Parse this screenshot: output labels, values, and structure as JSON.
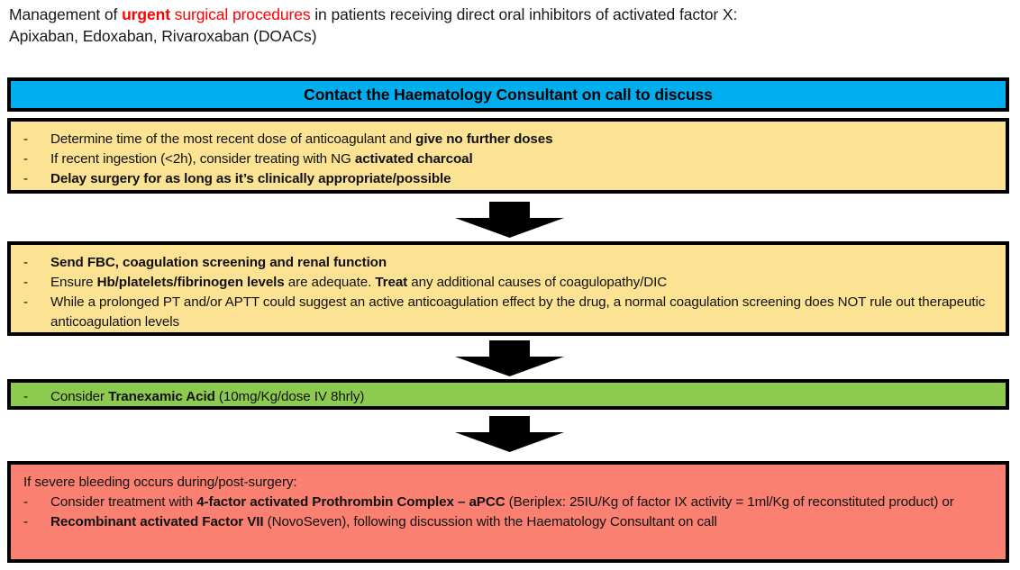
{
  "title": {
    "line1_pre": "Management of ",
    "line1_urgent": "urgent",
    "line1_red": " surgical procedures",
    "line1_post": " in patients receiving direct oral inhibitors of activated factor X:",
    "line2": "Apixaban, Edoxaban, Rivaroxaban (DOACs)",
    "colors": {
      "accent_red": "#FF0000",
      "text": "#1a1a1a"
    }
  },
  "flow": {
    "banner": {
      "text": "Contact the Haematology Consultant on call to discuss",
      "color": "#00AEEF"
    },
    "step1": {
      "color": "#FCE293",
      "bullets": [
        {
          "dash": "-",
          "parts": [
            {
              "text": "Determine time of the most recent dose of anticoagulant and ",
              "bold": false
            },
            {
              "text": "give no further doses",
              "bold": true
            }
          ]
        },
        {
          "dash": "-",
          "parts": [
            {
              "text": "If recent ingestion (<2h), consider treating with NG ",
              "bold": false
            },
            {
              "text": "activated charcoal",
              "bold": true
            }
          ]
        },
        {
          "dash": "-",
          "parts": [
            {
              "text": "Delay surgery for as long as it’s clinically appropriate/possible",
              "bold": true
            }
          ]
        }
      ]
    },
    "step2": {
      "color": "#FCE293",
      "bullets": [
        {
          "dash": "-",
          "parts": [
            {
              "text": "Send FBC, coagulation screening and renal function",
              "bold": true
            }
          ]
        },
        {
          "dash": "-",
          "parts": [
            {
              "text": "Ensure ",
              "bold": false
            },
            {
              "text": "Hb/platelets/fibrinogen levels",
              "bold": true
            },
            {
              "text": " are adequate. ",
              "bold": false
            },
            {
              "text": "Treat",
              "bold": true
            },
            {
              "text": " any additional causes of coagulopathy/DIC",
              "bold": false
            }
          ]
        },
        {
          "dash": "-",
          "parts": [
            {
              "text": "While a prolonged PT and/or APTT could suggest an active anticoagulation effect by the drug, a normal coagulation screening does NOT rule out therapeutic anticoagulation levels",
              "bold": false
            }
          ]
        }
      ]
    },
    "step3": {
      "color": "#8DCB4F",
      "bullets": [
        {
          "dash": "-",
          "parts": [
            {
              "text": "Consider ",
              "bold": false
            },
            {
              "text": "Tranexamic Acid",
              "bold": true
            },
            {
              "text": " (10mg/Kg/dose IV 8hrly)",
              "bold": false
            }
          ]
        }
      ]
    },
    "step4": {
      "color": "#FA8072",
      "intro": "If severe bleeding occurs during/post-surgery:",
      "bullets": [
        {
          "dash": "-",
          "parts": [
            {
              "text": "Consider treatment with ",
              "bold": false
            },
            {
              "text": "4-factor activated Prothrombin Complex – aPCC",
              "bold": true
            },
            {
              "text": " (Beriplex: 25IU/Kg of factor IX activity = 1ml/Kg of reconstituted product) or",
              "bold": false
            }
          ]
        },
        {
          "dash": "-",
          "parts": [
            {
              "text": "Recombinant activated Factor VII",
              "bold": true
            },
            {
              "text": " (NovoSeven), following discussion with the Haematology Consultant on call",
              "bold": false
            }
          ]
        }
      ]
    },
    "arrows": [
      {
        "name": "arrow-down-1",
        "direction": "down"
      },
      {
        "name": "arrow-down-2",
        "direction": "down"
      },
      {
        "name": "arrow-down-3",
        "direction": "down"
      }
    ]
  }
}
